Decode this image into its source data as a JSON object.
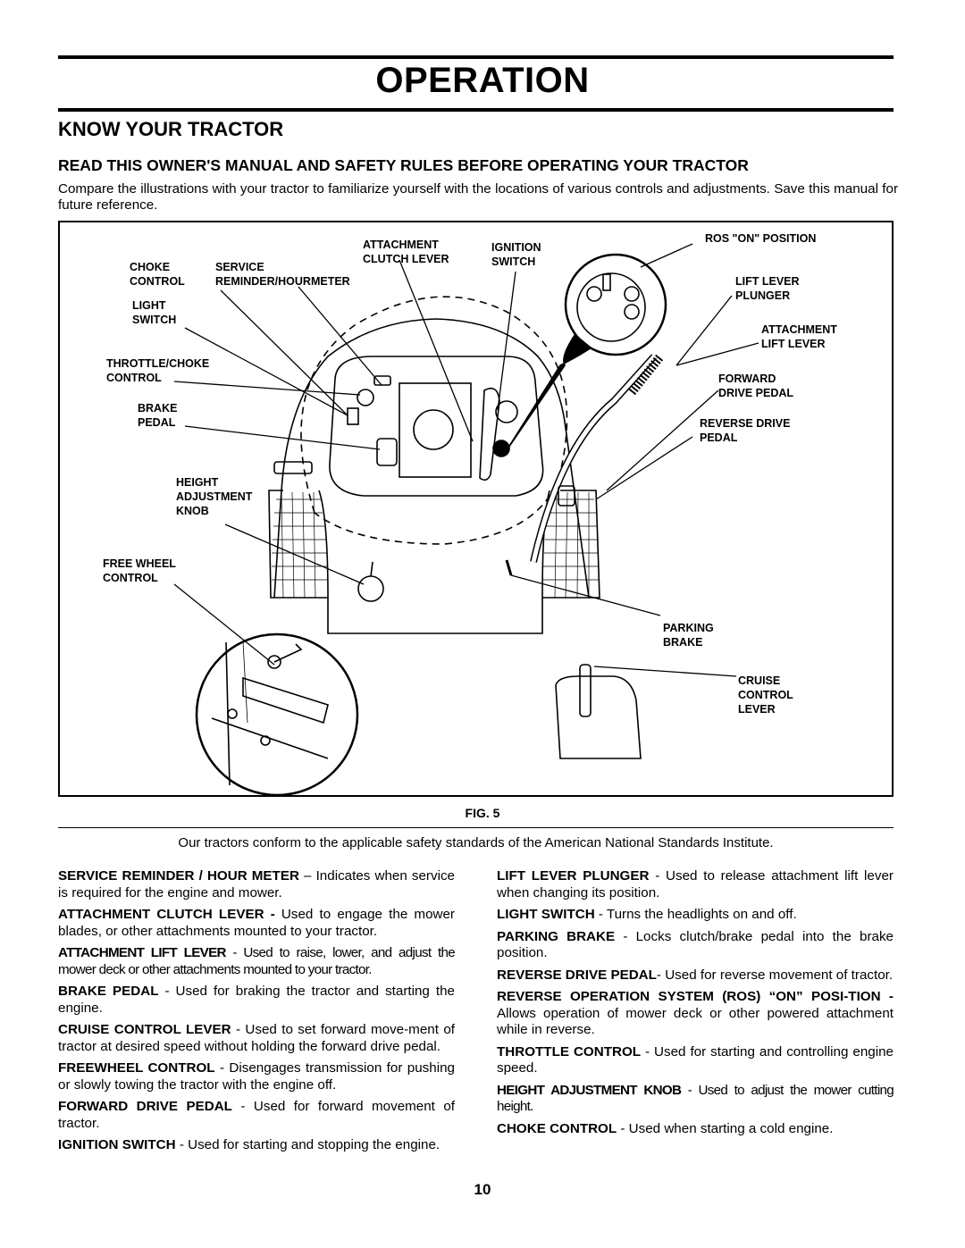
{
  "header": {
    "section_title": "OPERATION",
    "heading": "KNOW YOUR TRACTOR",
    "subheading": "READ THIS OWNER'S MANUAL AND SAFETY RULES BEFORE OPERATING YOUR TRACTOR",
    "intro": "Compare the illustrations with your tractor to familiarize yourself with the locations of various controls and adjustments. Save this manual for future reference."
  },
  "figure": {
    "caption": "FIG. 5",
    "labels": {
      "choke_control": "CHOKE\nCONTROL",
      "service_reminder": "SERVICE\nREMINDER/HOURMETER",
      "attachment_clutch_lever": "ATTACHMENT\nCLUTCH LEVER",
      "ignition_switch": "IGNITION\nSWITCH",
      "ros_on_position": "ROS \"ON\" POSITION",
      "light_switch": "LIGHT\nSWITCH",
      "lift_lever_plunger": "LIFT LEVER\nPLUNGER",
      "attachment_lift_lever": "ATTACHMENT\nLIFT LEVER",
      "throttle_choke_control": "THROTTLE/CHOKE\nCONTROL",
      "forward_drive_pedal": "FORWARD\nDRIVE PEDAL",
      "brake_pedal": "BRAKE\nPEDAL",
      "reverse_drive_pedal": "REVERSE DRIVE\nPEDAL",
      "height_adjustment_knob": "HEIGHT\nADJUSTMENT\nKNOB",
      "free_wheel_control": "FREE WHEEL\nCONTROL",
      "parking_brake": "PARKING\nBRAKE",
      "cruise_control_lever": "CRUISE\nCONTROL\nLEVER"
    }
  },
  "conformance_note": "Our tractors conform to the applicable safety standards of the American National Standards Institute.",
  "left_column": [
    {
      "term": "SERVICE REMINDER / HOUR METER",
      "text": " – Indicates when service is required for the engine and mower."
    },
    {
      "term": "ATTACHMENT CLUTCH LEVER -",
      "text": " Used to engage the mower blades, or other attachments mounted to your tractor."
    },
    {
      "term": "ATTACHMENT LIFT LEVER",
      "text": " - Used to raise, lower, and adjust the mower deck or other attachments mounted to your tractor."
    },
    {
      "term": "BRAKE PEDAL",
      "text": " - Used for braking the tractor and starting the engine."
    },
    {
      "term": "CRUISE CONTROL LEVER",
      "text": " - Used to set forward move-ment of tractor at desired speed without holding the forward drive pedal."
    },
    {
      "term": "FREEWHEEL CONTROL",
      "text": " - Disengages transmission for pushing or slowly towing the tractor with the engine off."
    },
    {
      "term": "FORWARD DRIVE PEDAL",
      "text": " - Used for forward movement of tractor."
    },
    {
      "term": "IGNITION SWITCH",
      "text": " - Used for starting and stopping the engine."
    }
  ],
  "right_column": [
    {
      "term": "LIFT LEVER PLUNGER",
      "text": " - Used to release attachment lift lever when changing its position."
    },
    {
      "term": "LIGHT SWITCH",
      "text": " - Turns the headlights on and off."
    },
    {
      "term": "PARKING BRAKE",
      "text": " - Locks clutch/brake pedal into the brake position."
    },
    {
      "term": "REVERSE DRIVE PEDAL",
      "text": "- Used for reverse movement of tractor."
    },
    {
      "term": "REVERSE OPERATION SYSTEM (ROS) “ON” POSI-TION -",
      "text": " Allows operation of mower deck or other powered attachment while in reverse."
    },
    {
      "term": "THROTTLE CONTROL",
      "text": " - Used for starting and controlling engine speed."
    },
    {
      "term": "HEIGHT ADJUSTMENT KNOB",
      "text": " - Used to adjust the mower cutting height."
    },
    {
      "term": "CHOKE CONTROL",
      "text": " - Used when starting a cold engine."
    }
  ],
  "page_number": "10"
}
